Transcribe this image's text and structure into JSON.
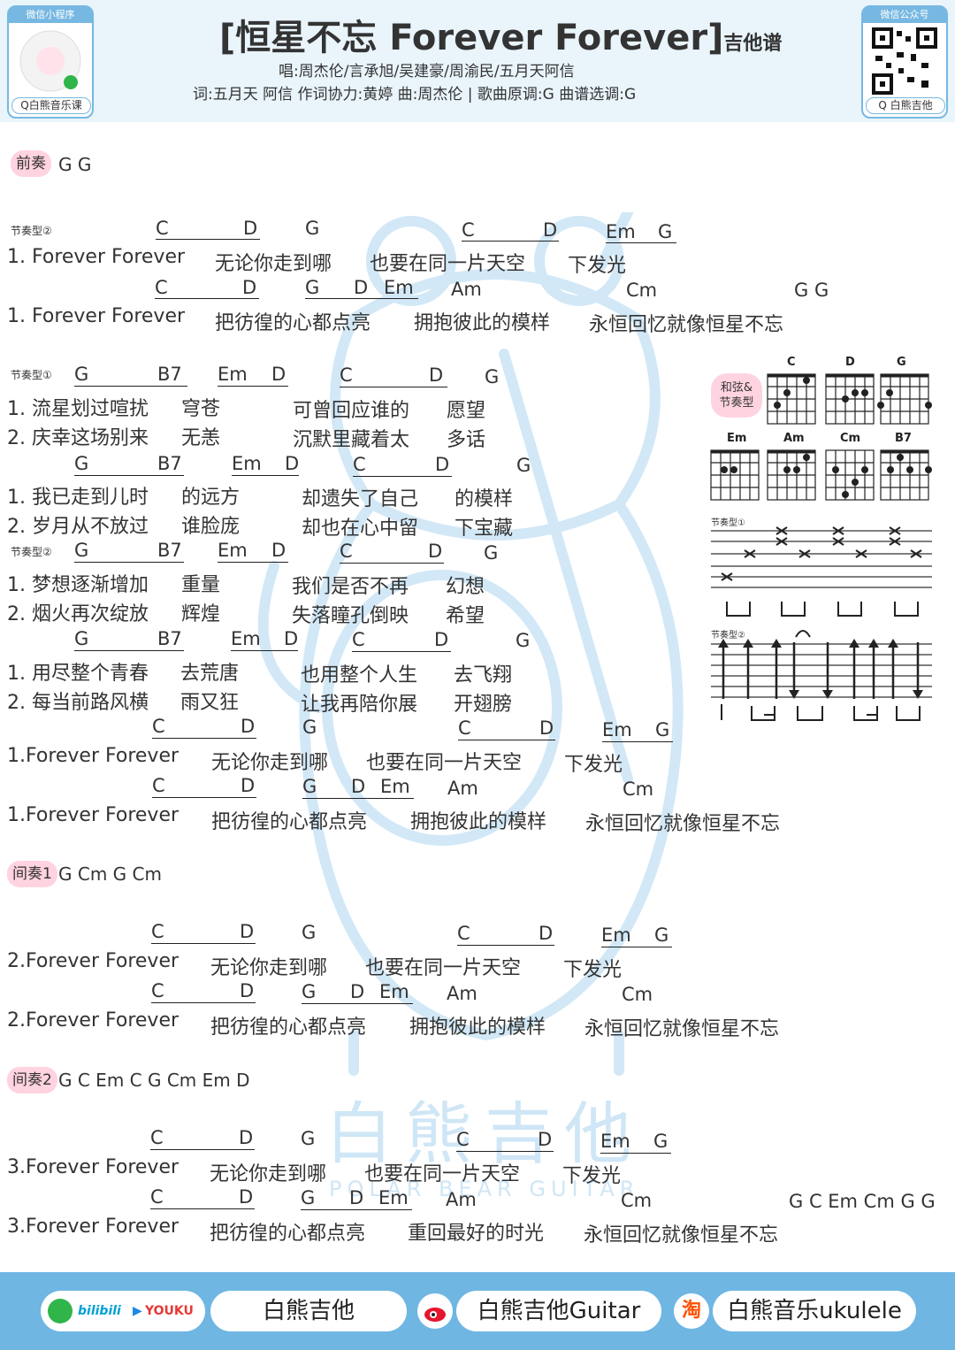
{
  "header": {
    "title": "[恒星不忘 Forever Forever]",
    "title_suffix": "吉他谱",
    "singers": "唱:周杰伦/言承旭/吴建豪/周渝民/五月天阿信",
    "credits": "词:五月天 阿信 作词协力:黄婷 曲:周杰伦 | 歌曲原调:G 曲谱选调:G",
    "left_badge": {
      "caption": "微信小程序",
      "foot": "Q白熊音乐课"
    },
    "right_badge": {
      "caption": "微信公众号",
      "foot": "Q 白熊吉他"
    }
  },
  "intro": {
    "tag": "前奏",
    "chords": "G   G"
  },
  "interlude1": {
    "tag": "间奏1",
    "chords": "G Cm G Cm"
  },
  "interlude2": {
    "tag": "间奏2",
    "chords": "G C Em C G Cm   Em D"
  },
  "outro_chords": "G C Em Cm G G",
  "labels": {
    "rhythm2": "节奏型②",
    "rhythm1": "节奏型①"
  },
  "ch": {
    "C": "C",
    "D": "D",
    "G": "G",
    "Em": "Em",
    "Am": "Am",
    "Cm": "Cm",
    "B7": "B7",
    "GG": "G   G"
  },
  "lyrics": {
    "c1a_1": "1. Forever Forever",
    "c1a_2": "无论你走到哪",
    "c1a_3": "也要在同一片天空",
    "c1a_4": "下发光",
    "c1b_1": "1. Forever Forever",
    "c1b_2": "把彷徨的心都点亮",
    "c1b_3": "拥抱彼此的模样",
    "c1b_4": "永恒回忆就像恒星不忘",
    "v1a": "1. 流星划过喧扰",
    "v1a2": "穹苍",
    "v1a3": "可曾回应谁的",
    "v1a4": "愿望",
    "v2a": "2. 庆幸这场别来",
    "v2a2": "无恙",
    "v2a3": "沉默里藏着太",
    "v2a4": "多话",
    "v1b": "1. 我已走到儿时",
    "v1b2": "的远方",
    "v1b3": "却遗失了自己",
    "v1b4": "的模样",
    "v2b": "2. 岁月从不放过",
    "v2b2": "谁脸庞",
    "v2b3": "却也在心中留",
    "v2b4": "下宝藏",
    "v1c": "1. 梦想逐渐增加",
    "v1c2": "重量",
    "v1c3": "我们是否不再",
    "v1c4": "幻想",
    "v2c": "2. 烟火再次绽放",
    "v2c2": "辉煌",
    "v2c3": "失落瞳孔倒映",
    "v2c4": "希望",
    "v1d": "1. 用尽整个青春",
    "v1d2": "去荒唐",
    "v1d3": "也用整个人生",
    "v1d4": "去飞翔",
    "v2d": "2. 每当前路风横",
    "v2d2": "雨又狂",
    "v2d3": "让我再陪你展",
    "v2d4": "开翅膀",
    "c2a_1": "1.Forever Forever",
    "c2a_2": "无论你走到哪",
    "c2a_3": "也要在同一片天空",
    "c2a_4": "下发光",
    "c2b_1": "1.Forever Forever",
    "c2b_2": "把彷徨的心都点亮",
    "c2b_3": "拥抱彼此的模样",
    "c2b_4": "永恒回忆就像恒星不忘",
    "c3a_1": "2.Forever Forever",
    "c3a_2": "无论你走到哪",
    "c3a_3": "也要在同一片天空",
    "c3a_4": "下发光",
    "c3b_1": "2.Forever Forever",
    "c3b_2": "把彷徨的心都点亮",
    "c3b_3": "拥抱彼此的模样",
    "c3b_4": "永恒回忆就像恒星不忘",
    "c4a_1": "3.Forever Forever",
    "c4a_2": "无论你走到哪",
    "c4a_3": "也要在同一片天空",
    "c4a_4": "下发光",
    "c4b_1": "3.Forever Forever",
    "c4b_2": "把彷徨的心都点亮",
    "c4b_3": "重回最好的时光",
    "c4b_4": "永恒回忆就像恒星不忘"
  },
  "chart_panel": {
    "tag_line1": "和弦&",
    "tag_line2": "节奏型",
    "chords_row1": [
      "C",
      "D",
      "G"
    ],
    "chords_row2": [
      "Em",
      "Am",
      "Cm",
      "B7"
    ],
    "rhythm1_label": "节奏型①",
    "rhythm2_label": "节奏型②"
  },
  "watermark": {
    "cn": "白熊吉他",
    "en": "POLAR BEAR GUITAR"
  },
  "footer": {
    "pill1": "白熊吉他",
    "pill2": "白熊吉他Guitar",
    "pill3": "白熊音乐ukulele",
    "bilibili": "bilibili",
    "youku": "YOUKU",
    "taobao_glyph": "淘"
  },
  "colors": {
    "header_bg": "#e9f4fb",
    "accent_blue": "#6fb6e3",
    "tag_pink": "#ffd3df",
    "watermark": "#cfe6f6"
  }
}
